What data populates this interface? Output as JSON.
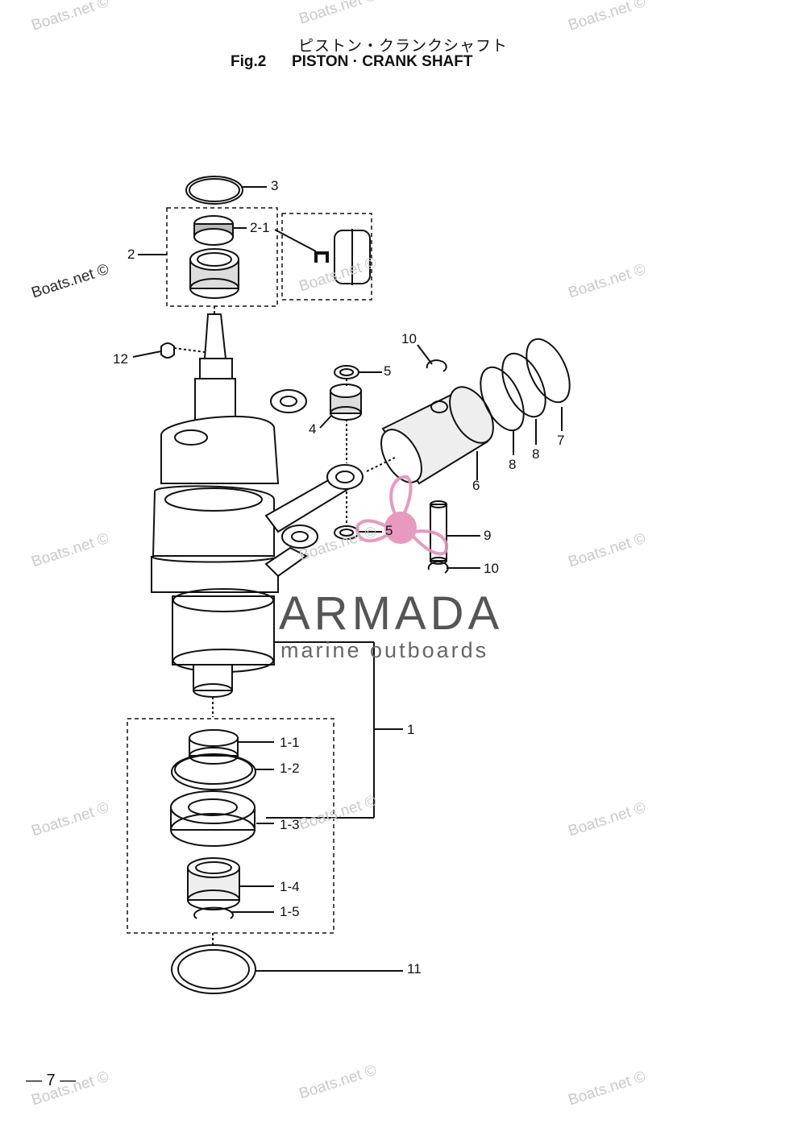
{
  "header": {
    "title_jp": "ピストン・クランクシャフト",
    "fig_no": "Fig.2",
    "fig_name": "PISTON · CRANK SHAFT"
  },
  "page_number": "— 7 —",
  "callouts": {
    "c1": "1",
    "c1_1": "1-1",
    "c1_2": "1-2",
    "c1_3": "1-3",
    "c1_4": "1-4",
    "c1_5": "1-5",
    "c2": "2",
    "c2_1": "2-1",
    "c3": "3",
    "c4": "4",
    "c5a": "5",
    "c5b": "5",
    "c6": "6",
    "c7": "7",
    "c8a": "8",
    "c8b": "8",
    "c9": "9",
    "c10a": "10",
    "c10b": "10",
    "c11": "11",
    "c12": "12"
  },
  "watermark": {
    "text": "Boats.net ©"
  },
  "logo": {
    "name": "ARMADA",
    "tagline": "marine outboards",
    "color_primary": "#555555",
    "color_accent": "#e58fb8"
  }
}
